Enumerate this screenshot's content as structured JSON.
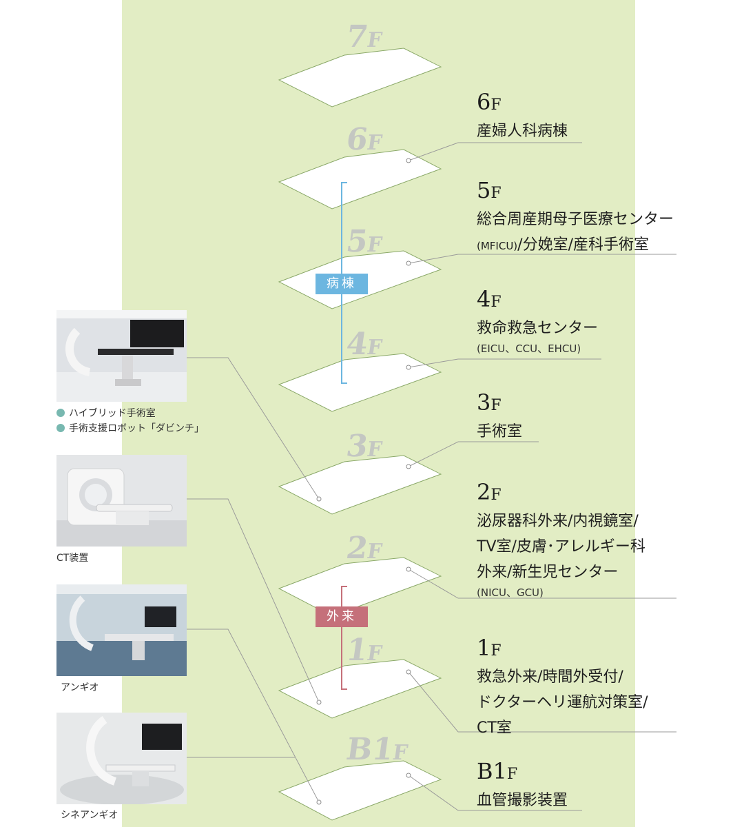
{
  "floor_labels": [
    {
      "num": "7",
      "unit": "F"
    },
    {
      "num": "6",
      "unit": "F"
    },
    {
      "num": "5",
      "unit": "F"
    },
    {
      "num": "4",
      "unit": "F"
    },
    {
      "num": "3",
      "unit": "F"
    },
    {
      "num": "2",
      "unit": "F"
    },
    {
      "num": "1",
      "unit": "F"
    },
    {
      "num": "B1",
      "unit": "F"
    }
  ],
  "sections": {
    "ward": {
      "label": "病棟",
      "color": "#6cb6e0"
    },
    "outpatient": {
      "label": "外来",
      "color": "#c5707a"
    }
  },
  "floors": {
    "f6": {
      "num": "6",
      "unit": "F",
      "lines": [
        "産婦人科病棟"
      ]
    },
    "f5": {
      "num": "5",
      "unit": "F",
      "line1": "総合周産期母子医療センター",
      "line2_small": "(MFICU)",
      "line2_rest": "/分娩室/産科手術室"
    },
    "f4": {
      "num": "4",
      "unit": "F",
      "lines": [
        "救命救急センター"
      ],
      "sub": "(EICU、CCU、EHCU)"
    },
    "f3": {
      "num": "3",
      "unit": "F",
      "lines": [
        "手術室"
      ]
    },
    "f2": {
      "num": "2",
      "unit": "F",
      "lines": [
        "泌尿器科外来/内視鏡室/",
        "TV室/皮膚･アレルギー科",
        "外来/新生児センター"
      ],
      "sub": "(NICU、GCU)"
    },
    "f1": {
      "num": "1",
      "unit": "F",
      "lines": [
        "救急外来/時間外受付/",
        "ドクターヘリ運航対策室/",
        "CT室"
      ]
    },
    "b1": {
      "num": "B1",
      "unit": "F",
      "lines": [
        "血管撮影装置"
      ]
    }
  },
  "equipment": {
    "hybrid": {
      "items": [
        "ハイブリッド手術室",
        "手術支援ロボット「ダビンチ」"
      ],
      "bullet_color": "#78b8b0"
    },
    "ct": {
      "caption": "CT装置"
    },
    "angio": {
      "caption": "アンギオ"
    },
    "cine": {
      "caption": "シネアンギオ"
    }
  },
  "colors": {
    "panel": "#e2edc4",
    "leader": "#9a9a9a",
    "floor_fill": "#ffffff",
    "floor_stroke": "#8aa868"
  }
}
